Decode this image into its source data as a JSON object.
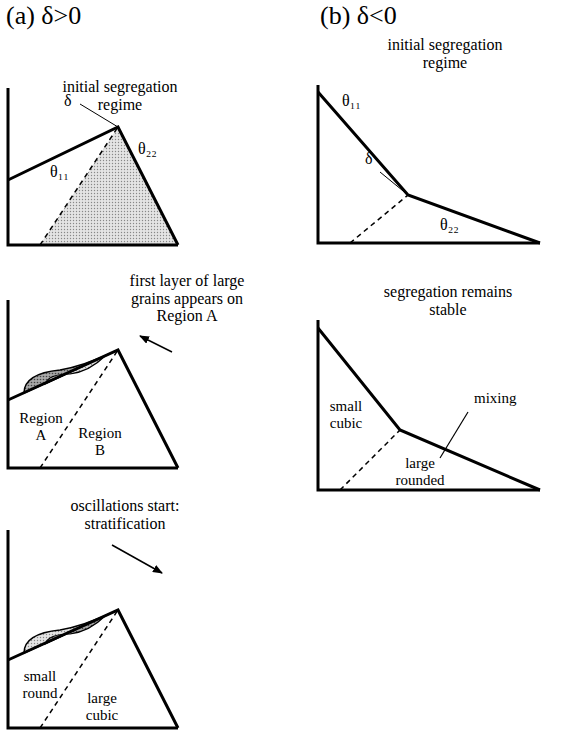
{
  "diagram": {
    "labels": [
      "(a) δ>0",
      "(b) δ<0",
      "initial segregation regime",
      "δ",
      "θ₁₁",
      "θ₂₂",
      "first layer of large grains appears on Region A",
      "Region A",
      "Region B",
      "oscillations start: stratification",
      "small round",
      "large cubic",
      "initial segregation regime",
      "θ₁₁",
      "δ",
      "θ₂₂",
      "segregation remains stable",
      "mixing",
      "small cubic",
      "large rounded"
    ]
  }
}
